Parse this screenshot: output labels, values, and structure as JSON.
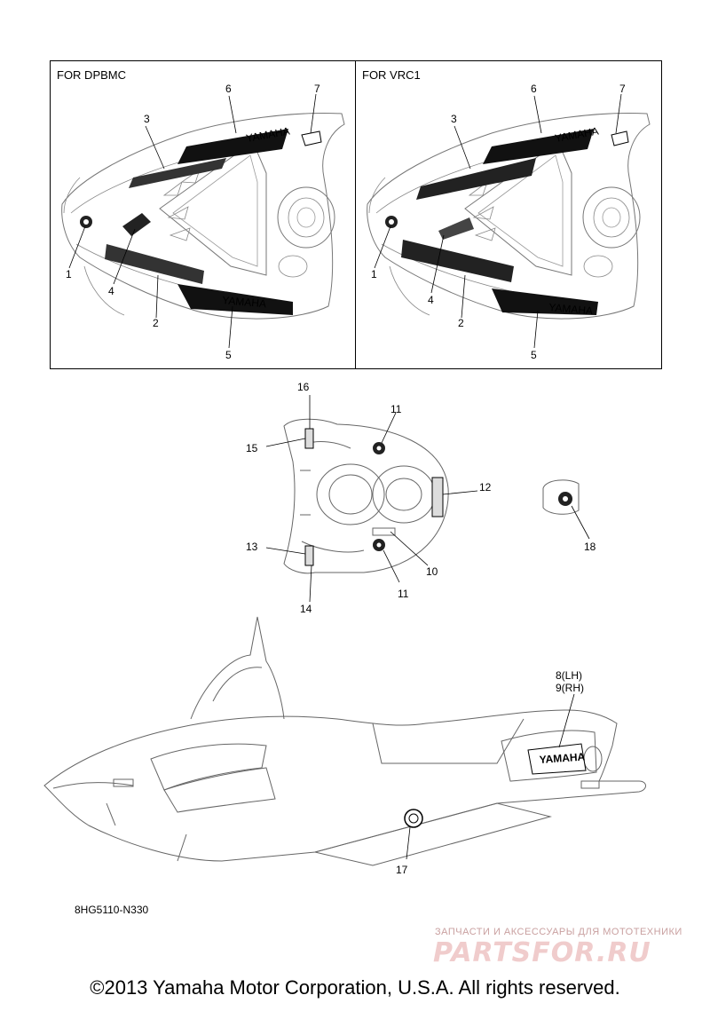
{
  "panels": [
    {
      "label": "FOR DPBMC"
    },
    {
      "label": "FOR VRC1"
    }
  ],
  "callouts": {
    "dpbmc": [
      "1",
      "2",
      "3",
      "4",
      "5",
      "6",
      "7"
    ],
    "vrc1": [
      "1",
      "2",
      "3",
      "4",
      "5",
      "6",
      "7"
    ],
    "middle": [
      "10",
      "11",
      "11",
      "12",
      "13",
      "14",
      "15",
      "16",
      "18"
    ],
    "bottom": [
      "8(LH)",
      "9(RH)",
      "17"
    ]
  },
  "decal_text": {
    "yamaha_1": "YAMAHA",
    "yamaha_2": "YAMAHA",
    "yamaha_3": "YAMAHA",
    "yamaha_4": "YAMAHA",
    "yamaha_5": "YAMAHA"
  },
  "part_number": "8HG5110-N330",
  "watermark": {
    "subtitle": "ЗАПЧАСТИ И АКСЕССУАРЫ ДЛЯ МОТОТЕХНИКИ",
    "logo": "PARTSFOR.RU"
  },
  "copyright": "©2013 Yamaha Motor Corporation, U.S.A. All rights reserved."
}
